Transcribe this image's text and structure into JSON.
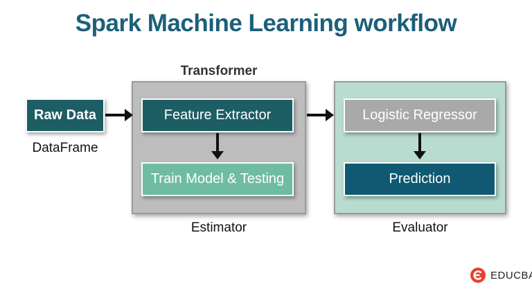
{
  "title": "Spark Machine Learning workflow",
  "groups": {
    "transformer_label": "Transformer",
    "estimator_label": "Estimator",
    "evaluator_label": "Evaluator"
  },
  "nodes": {
    "raw_data": "Raw Data",
    "raw_data_caption": "DataFrame",
    "feature_extractor": "Feature Extractor",
    "train_model": "Train Model & Testing",
    "logistic_regressor": "Logistic Regressor",
    "prediction": "Prediction"
  },
  "brand": {
    "name": "EDUCBA",
    "icon": "educba-logo-icon"
  },
  "colors": {
    "title": "#1c5f7a",
    "dark_teal": "#1d5d64",
    "light_teal": "#6fbca2",
    "gray_box": "#a9a9a9",
    "navy_teal": "#0f5a72",
    "panel_gray": "#bdbdbd",
    "panel_mint": "#b9dcd0",
    "brand_red": "#e8412c"
  }
}
